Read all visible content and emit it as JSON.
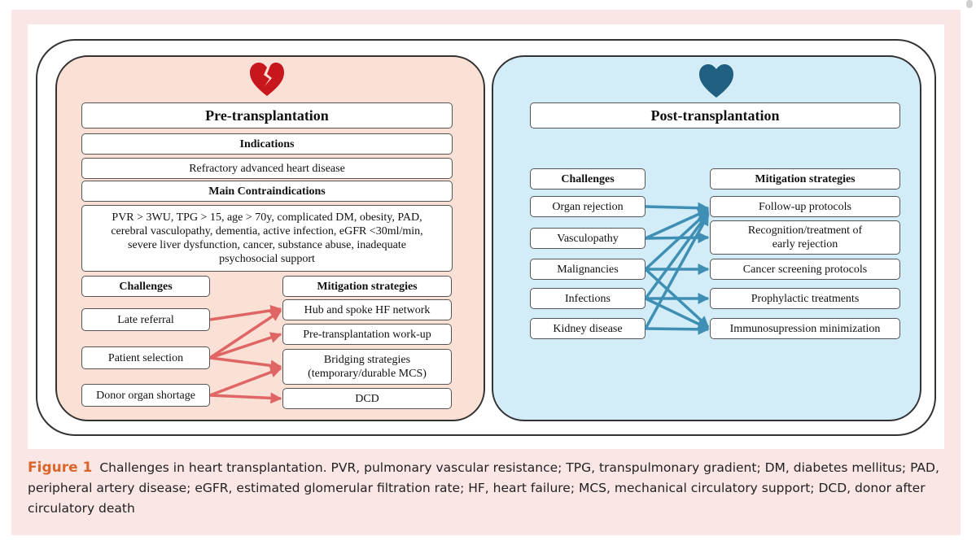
{
  "pre": {
    "title": "Pre-transplantation",
    "indications_heading": "Indications",
    "indications_text": "Refractory advanced heart disease",
    "contraindications_heading": "Main Contraindications",
    "contraindications_lines": [
      "PVR > 3WU, TPG > 15, age > 70y, complicated DM, obesity, PAD,",
      "cerebral vasculopathy, dementia, active infection,  eGFR <30ml/min,",
      "severe liver dysfunction, cancer, substance abuse, inadequate",
      "psychosocial support"
    ],
    "challenges_heading": "Challenges",
    "mitigation_heading": "Mitigation strategies",
    "challenges": [
      "Late referral",
      "Patient selection",
      "Donor organ shortage"
    ],
    "strategies": [
      [
        "Hub and spoke HF network"
      ],
      [
        "Pre-transplantation work-up"
      ],
      [
        "Bridging strategies",
        "(temporary/durable MCS)"
      ],
      [
        "DCD"
      ]
    ],
    "arrow_color": "#e06666"
  },
  "post": {
    "title": "Post-transplantation",
    "challenges_heading": "Challenges",
    "mitigation_heading": "Mitigation strategies",
    "challenges": [
      "Organ rejection",
      "Vasculopathy",
      "Malignancies",
      "Infections",
      "Kidney disease"
    ],
    "strategies": [
      [
        "Follow-up protocols"
      ],
      [
        "Recognition/treatment of",
        "early rejection"
      ],
      [
        "Cancer screening protocols"
      ],
      [
        "Prophylactic treatments"
      ],
      [
        "Immunosupression minimization"
      ]
    ],
    "arrow_color": "#3f8fb5"
  },
  "colors": {
    "pre_panel": "#fbe0d6",
    "post_panel": "#d2ecf8",
    "broken_heart": "#c8161d",
    "heart": "#1f5f80",
    "caption_label": "#d9662a",
    "frame": "#fbe6e6"
  },
  "icons": {
    "pre": "broken-heart-icon",
    "post": "heart-icon"
  },
  "caption": {
    "label": "Figure 1",
    "text": "Challenges in heart transplantation. PVR, pulmonary vascular resistance; TPG, transpulmonary gradient; DM, diabetes mellitus; PAD, peripheral artery disease; eGFR, estimated glomerular filtration rate; HF, heart failure; MCS, mechanical circulatory support; DCD, donor after circulatory death"
  }
}
